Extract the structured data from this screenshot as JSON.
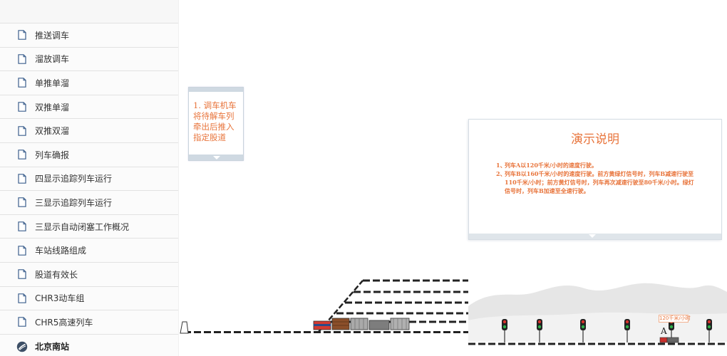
{
  "sidebar": {
    "items": [
      {
        "label": "推送调车"
      },
      {
        "label": "溜放调车"
      },
      {
        "label": "单推单溜"
      },
      {
        "label": "双推单溜"
      },
      {
        "label": "双推双溜"
      },
      {
        "label": "列车确报"
      },
      {
        "label": "四显示追踪列车运行"
      },
      {
        "label": "三显示追踪列车运行"
      },
      {
        "label": "三显示自动闭塞工作概况"
      },
      {
        "label": "车站线路组成"
      },
      {
        "label": "股道有效长"
      },
      {
        "label": "CHR3动车组"
      },
      {
        "label": "CHR5高速列车"
      }
    ],
    "station": {
      "label": "北京南站",
      "icon": "station-logo-icon"
    }
  },
  "shunting_caption": {
    "text": "1. 调车机车将待解车列牵出后推入指定股道"
  },
  "demo": {
    "title": "演示说明",
    "items": [
      {
        "num": "1、",
        "text": "列车A以120千米/小时的速度行驶。"
      },
      {
        "num": "2、",
        "text": "列车B以160千米/小时的速度行驶。前方黄绿灯信号时，列车B减速行驶至110千米/小时；前方黄灯信号时，列车再次减速行驶至80千米/小时。绿灯信号时，列车B加速至全速行驶。"
      }
    ]
  },
  "signal_scene": {
    "speed_tag": "120千米/小时",
    "train_label": "A"
  },
  "colors": {
    "accent": "#e8743b",
    "signal_green": "#2fb04a",
    "signal_red": "#d8322b"
  }
}
